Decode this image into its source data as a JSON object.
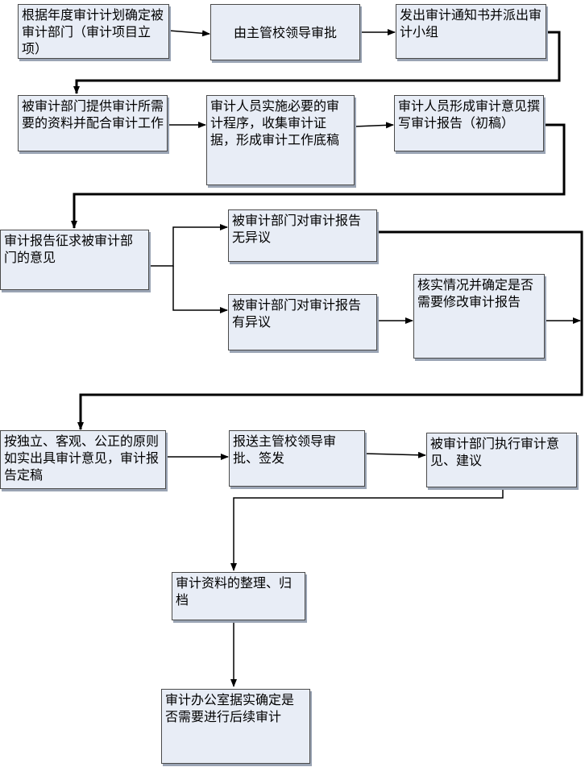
{
  "boxes": {
    "b1": "根据年度审计计划确定被审计部门（审计项目立项）",
    "b2": "由主管校领导审批",
    "b3": "发出审计通知书并派出审计小组",
    "b4": "被审计部门提供审计所需要的资料并配合审计工作",
    "b5": "审计人员实施必要的审计程序，收集审计证据，形成审计工作底稿",
    "b6": "审计人员形成审计意见撰写审计报告（初稿）",
    "b7": "审计报告征求被审计部门的意见",
    "b8": "被审计部门对审计报告无异议",
    "b9": "被审计部门对审计报告有异议",
    "b10": "核实情况并确定是否需要修改审计报告",
    "b11": "按独立、客观、公正的原则如实出具审计意见，审计报告定稿",
    "b12": "报送主管校领导审批、签发",
    "b13": "被审计部门执行审计意见、建议",
    "b14": "审计资料的整理、归档",
    "b15": "审计办公室据实确定是否需要进行后续审计"
  },
  "colors": {
    "box_fill": "#e8edf6",
    "box_border": "#4a4a4a",
    "line": "#000000"
  }
}
